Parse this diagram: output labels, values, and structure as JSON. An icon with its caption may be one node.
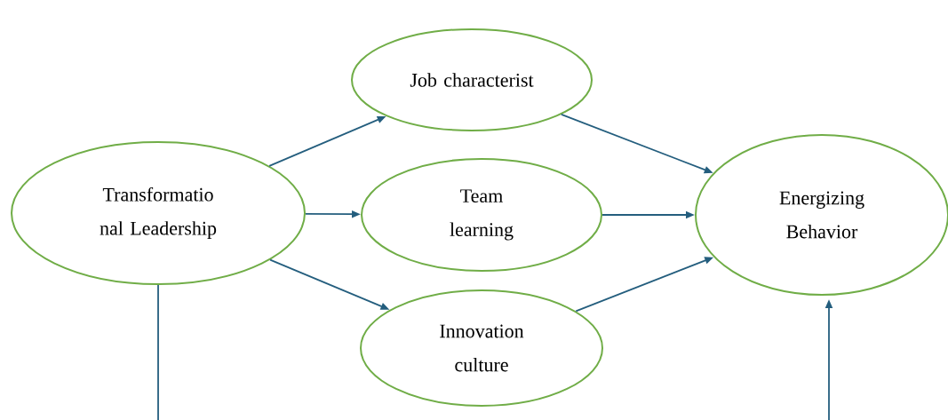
{
  "diagram": {
    "nodes": [
      {
        "text": [
          "Transformatio nal Leadership"
        ]
      },
      {
        "text": [
          "Job characterist"
        ]
      },
      {
        "text": [
          "Team learning"
        ]
      },
      {
        "text": [
          "Innovation culture"
        ]
      },
      {
        "text": [
          "Energizing Behavior"
        ]
      }
    ],
    "edges": [
      {
        "from": 0,
        "to": 1,
        "arrow": "to"
      },
      {
        "from": 0,
        "to": 2,
        "arrow": "to"
      },
      {
        "from": 0,
        "to": 3,
        "arrow": "to"
      },
      {
        "from": 1,
        "to": 4,
        "arrow": "to"
      },
      {
        "from": 2,
        "to": 4,
        "arrow": "to"
      },
      {
        "from": 3,
        "to": 4,
        "arrow": "to"
      },
      {
        "from": 0,
        "to": null,
        "arrow": "none"
      },
      {
        "from": null,
        "to": 4,
        "arrow": "to"
      }
    ]
  }
}
